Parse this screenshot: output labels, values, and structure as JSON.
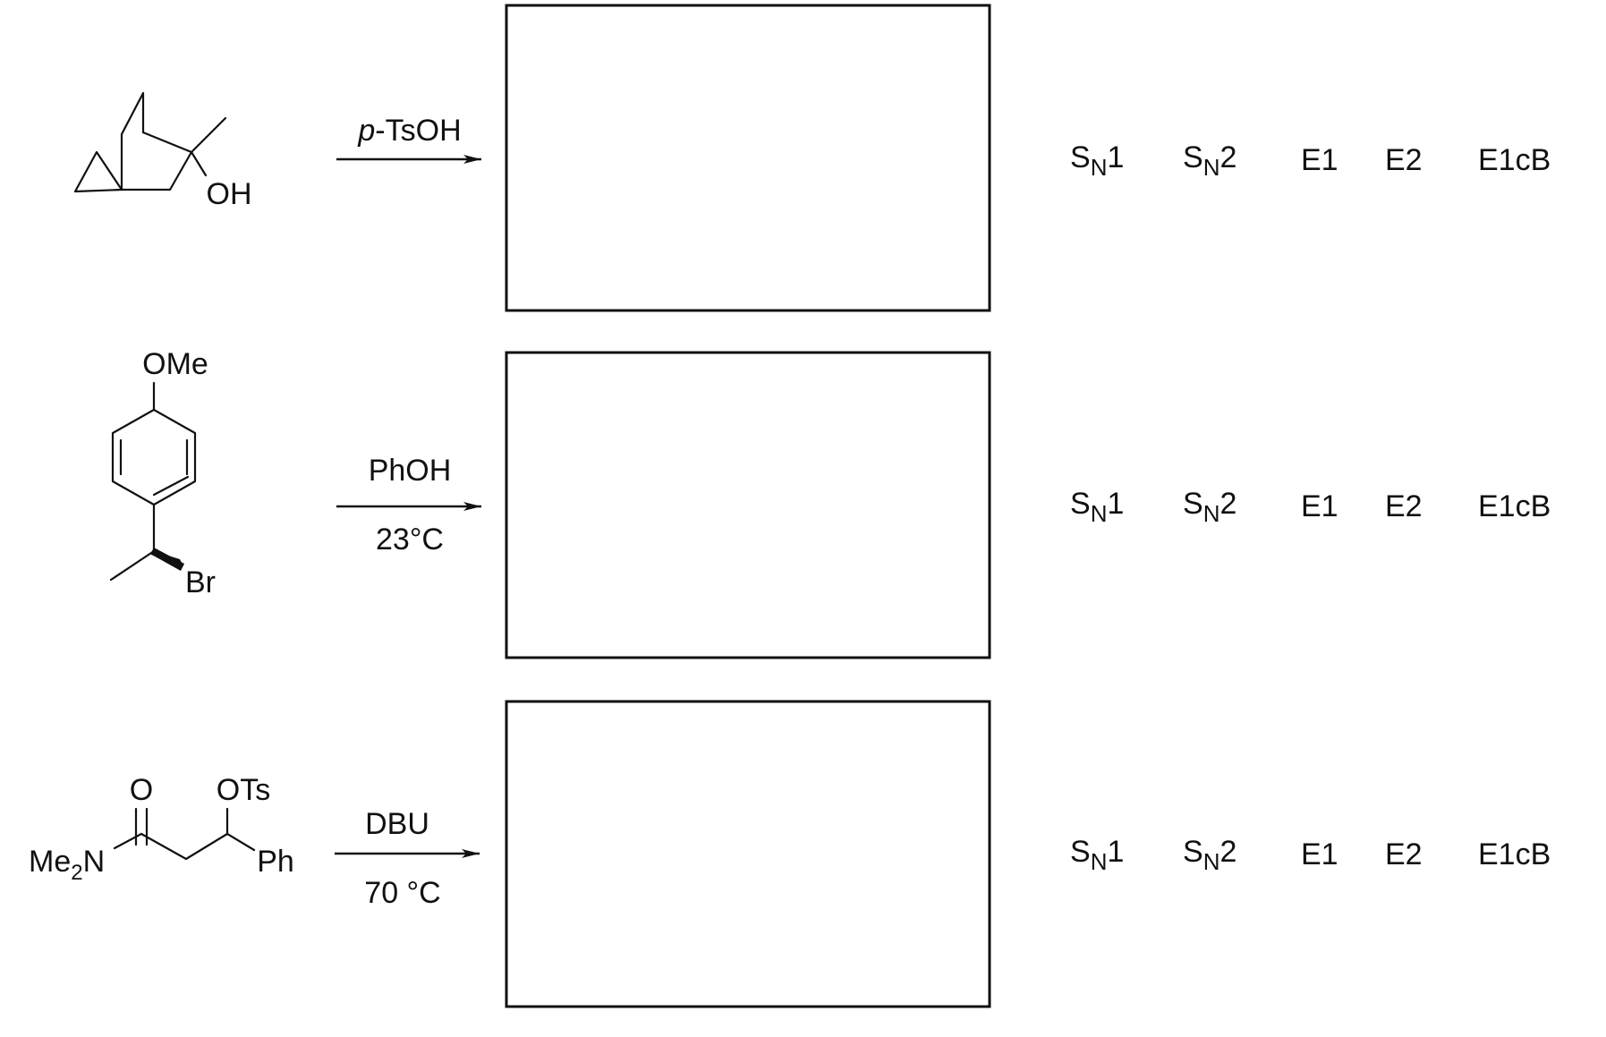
{
  "reactions": [
    {
      "reactant_labels": {
        "oh": "OH"
      },
      "reagent_above": "p-TsOH",
      "reagent_below": "",
      "mechanisms": [
        {
          "main": "S",
          "sub": "N",
          "suffix": "1"
        },
        {
          "main": "S",
          "sub": "N",
          "suffix": "2"
        },
        {
          "main": "E1",
          "sub": "",
          "suffix": ""
        },
        {
          "main": "E2",
          "sub": "",
          "suffix": ""
        },
        {
          "main": "E1cB",
          "sub": "",
          "suffix": ""
        }
      ]
    },
    {
      "reactant_labels": {
        "ome": "OMe",
        "br": "Br"
      },
      "reagent_above": "PhOH",
      "reagent_below": "23°C",
      "mechanisms": [
        {
          "main": "S",
          "sub": "N",
          "suffix": "1"
        },
        {
          "main": "S",
          "sub": "N",
          "suffix": "2"
        },
        {
          "main": "E1",
          "sub": "",
          "suffix": ""
        },
        {
          "main": "E2",
          "sub": "",
          "suffix": ""
        },
        {
          "main": "E1cB",
          "sub": "",
          "suffix": ""
        }
      ]
    },
    {
      "reactant_labels": {
        "o": "O",
        "ots": "OTs",
        "me": "Me",
        "me_sub": "2",
        "n": "N",
        "ph": "Ph"
      },
      "reagent_above": "DBU",
      "reagent_below": "70 °C",
      "mechanisms": [
        {
          "main": "S",
          "sub": "N",
          "suffix": "1"
        },
        {
          "main": "S",
          "sub": "N",
          "suffix": "2"
        },
        {
          "main": "E1",
          "sub": "",
          "suffix": ""
        },
        {
          "main": "E2",
          "sub": "",
          "suffix": ""
        },
        {
          "main": "E1cB",
          "sub": "",
          "suffix": ""
        }
      ]
    }
  ]
}
